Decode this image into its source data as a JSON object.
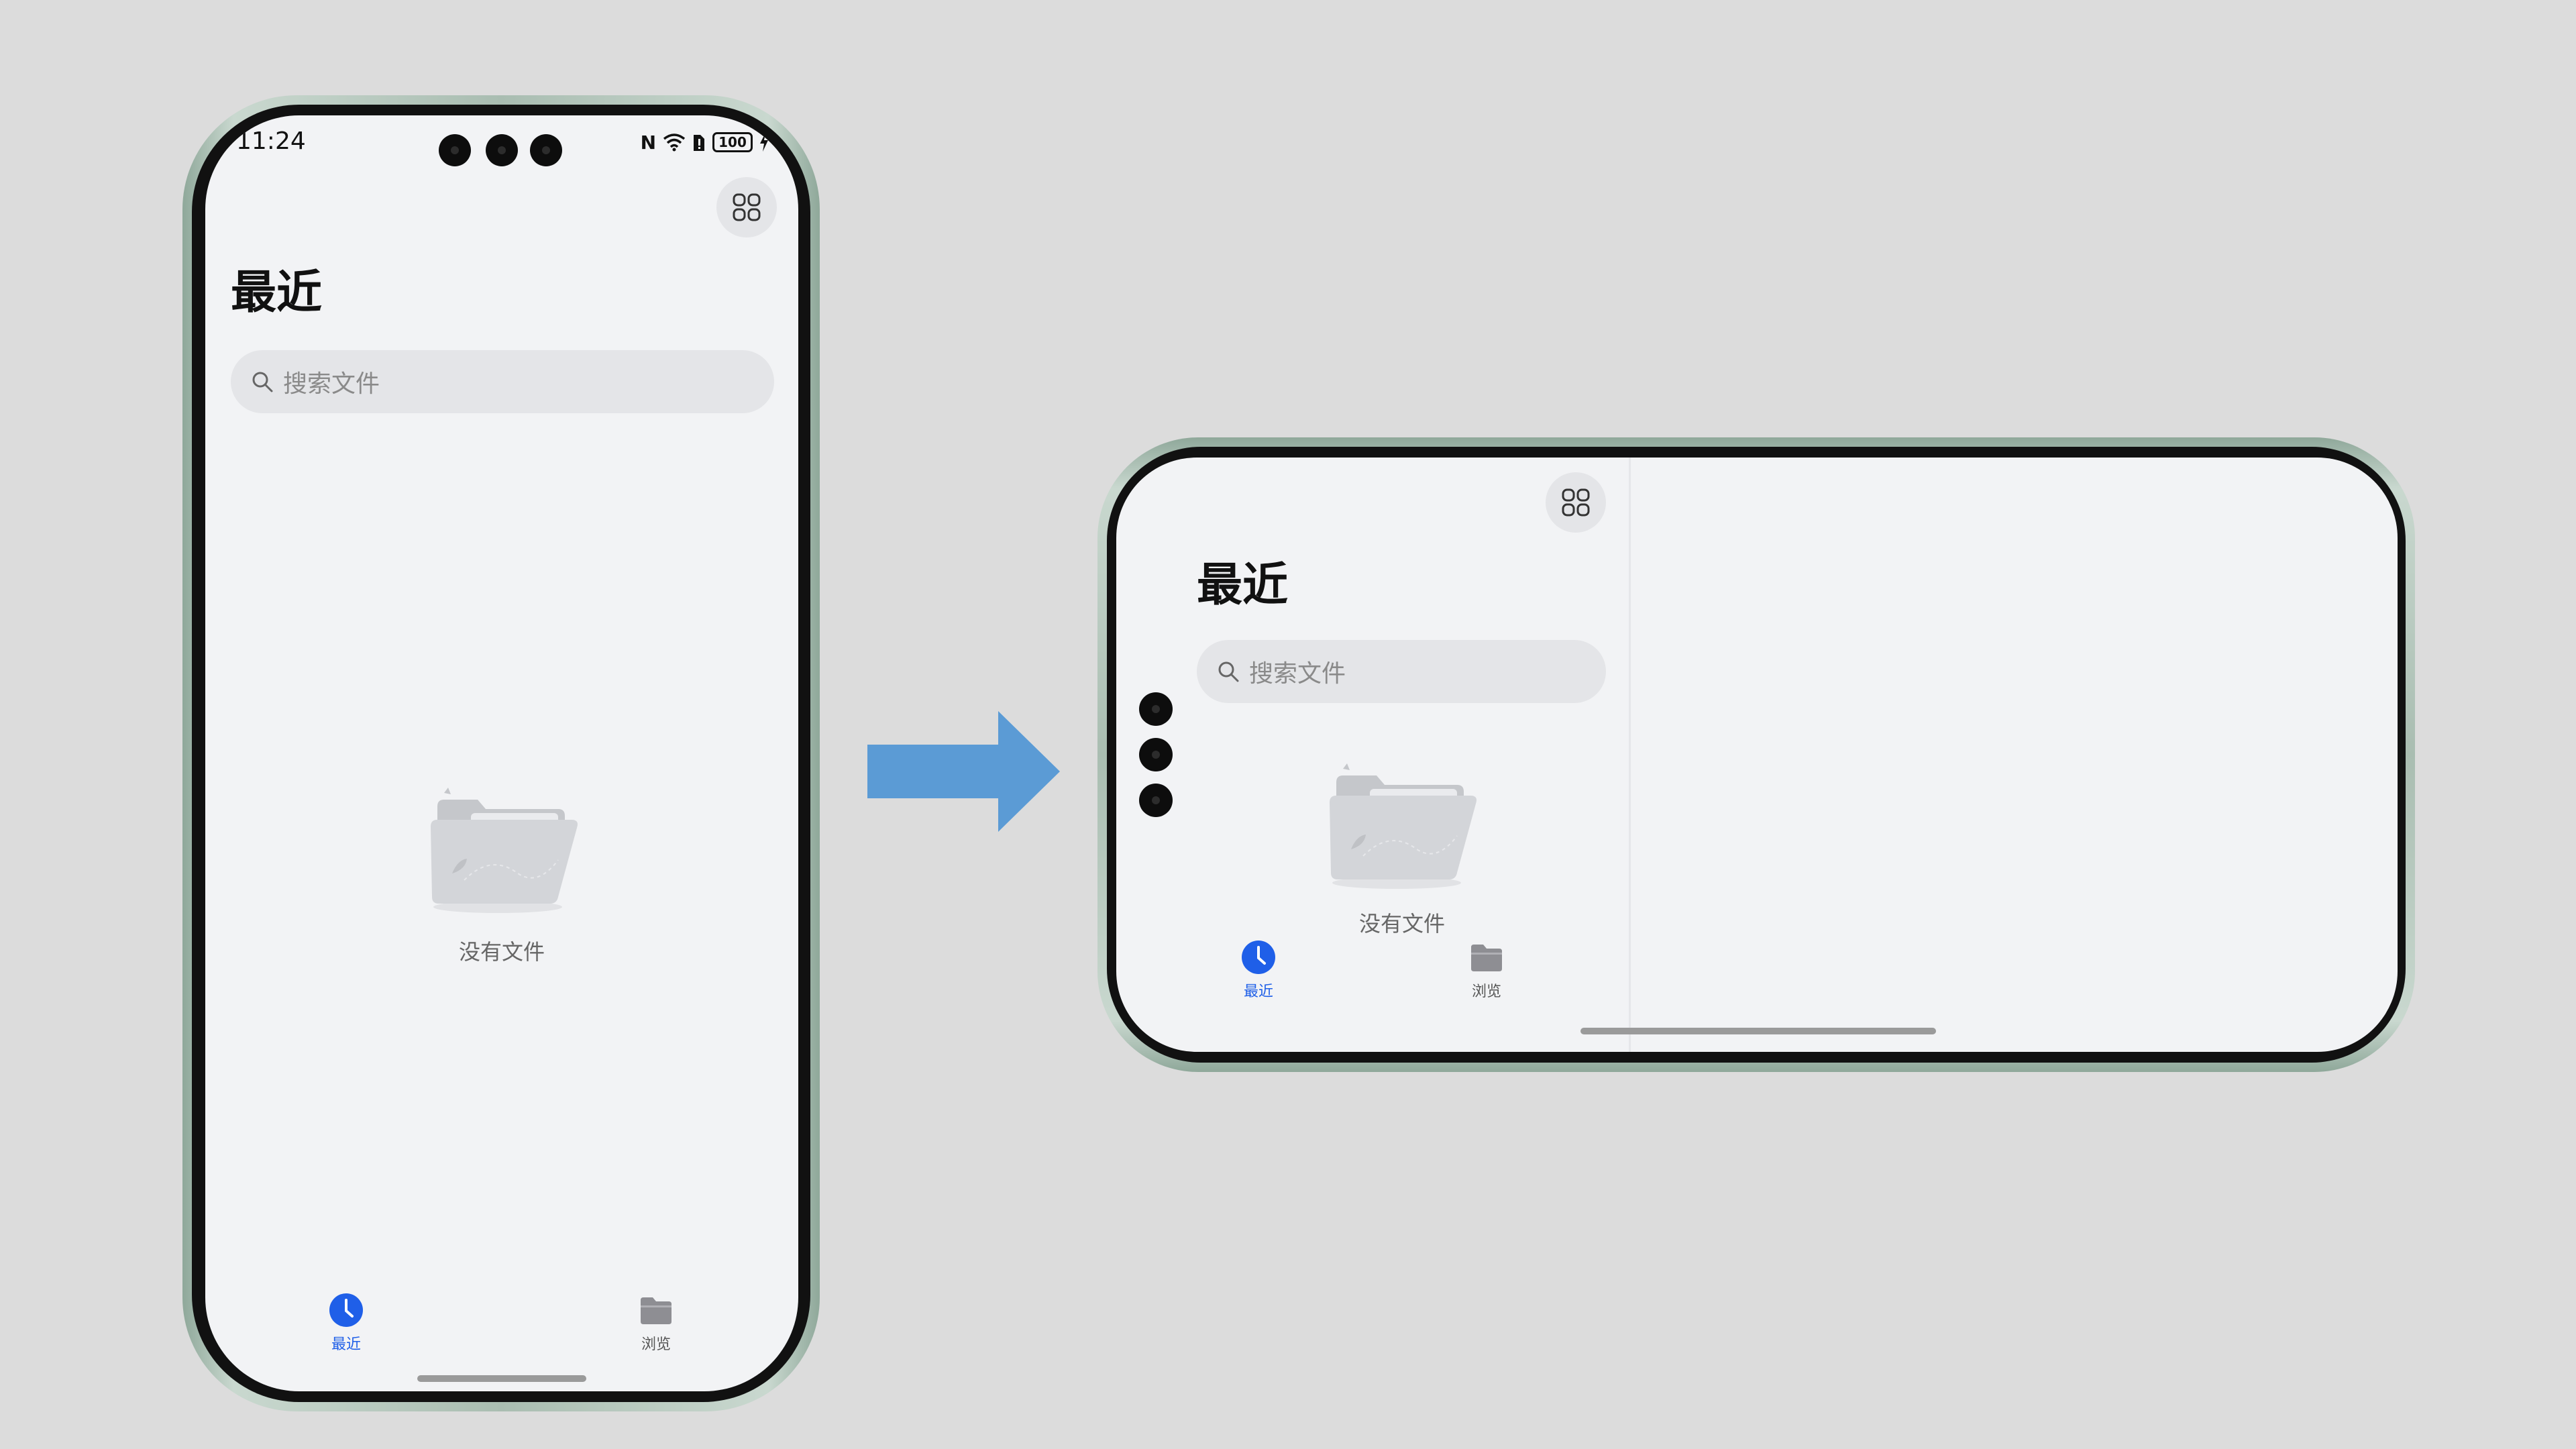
{
  "status_bar": {
    "time": "11:24",
    "battery": "100"
  },
  "screen": {
    "title": "最近",
    "search_placeholder": "搜索文件",
    "empty_text": "没有文件"
  },
  "tabs": [
    {
      "label": "最近",
      "icon": "clock-icon",
      "active": true
    },
    {
      "label": "浏览",
      "icon": "folder-icon",
      "active": false
    }
  ],
  "colors": {
    "accent": "#1f5fe8",
    "arrow": "#5b9bd5",
    "screen_bg": "#f2f3f5",
    "page_bg": "#dcdcdc"
  }
}
